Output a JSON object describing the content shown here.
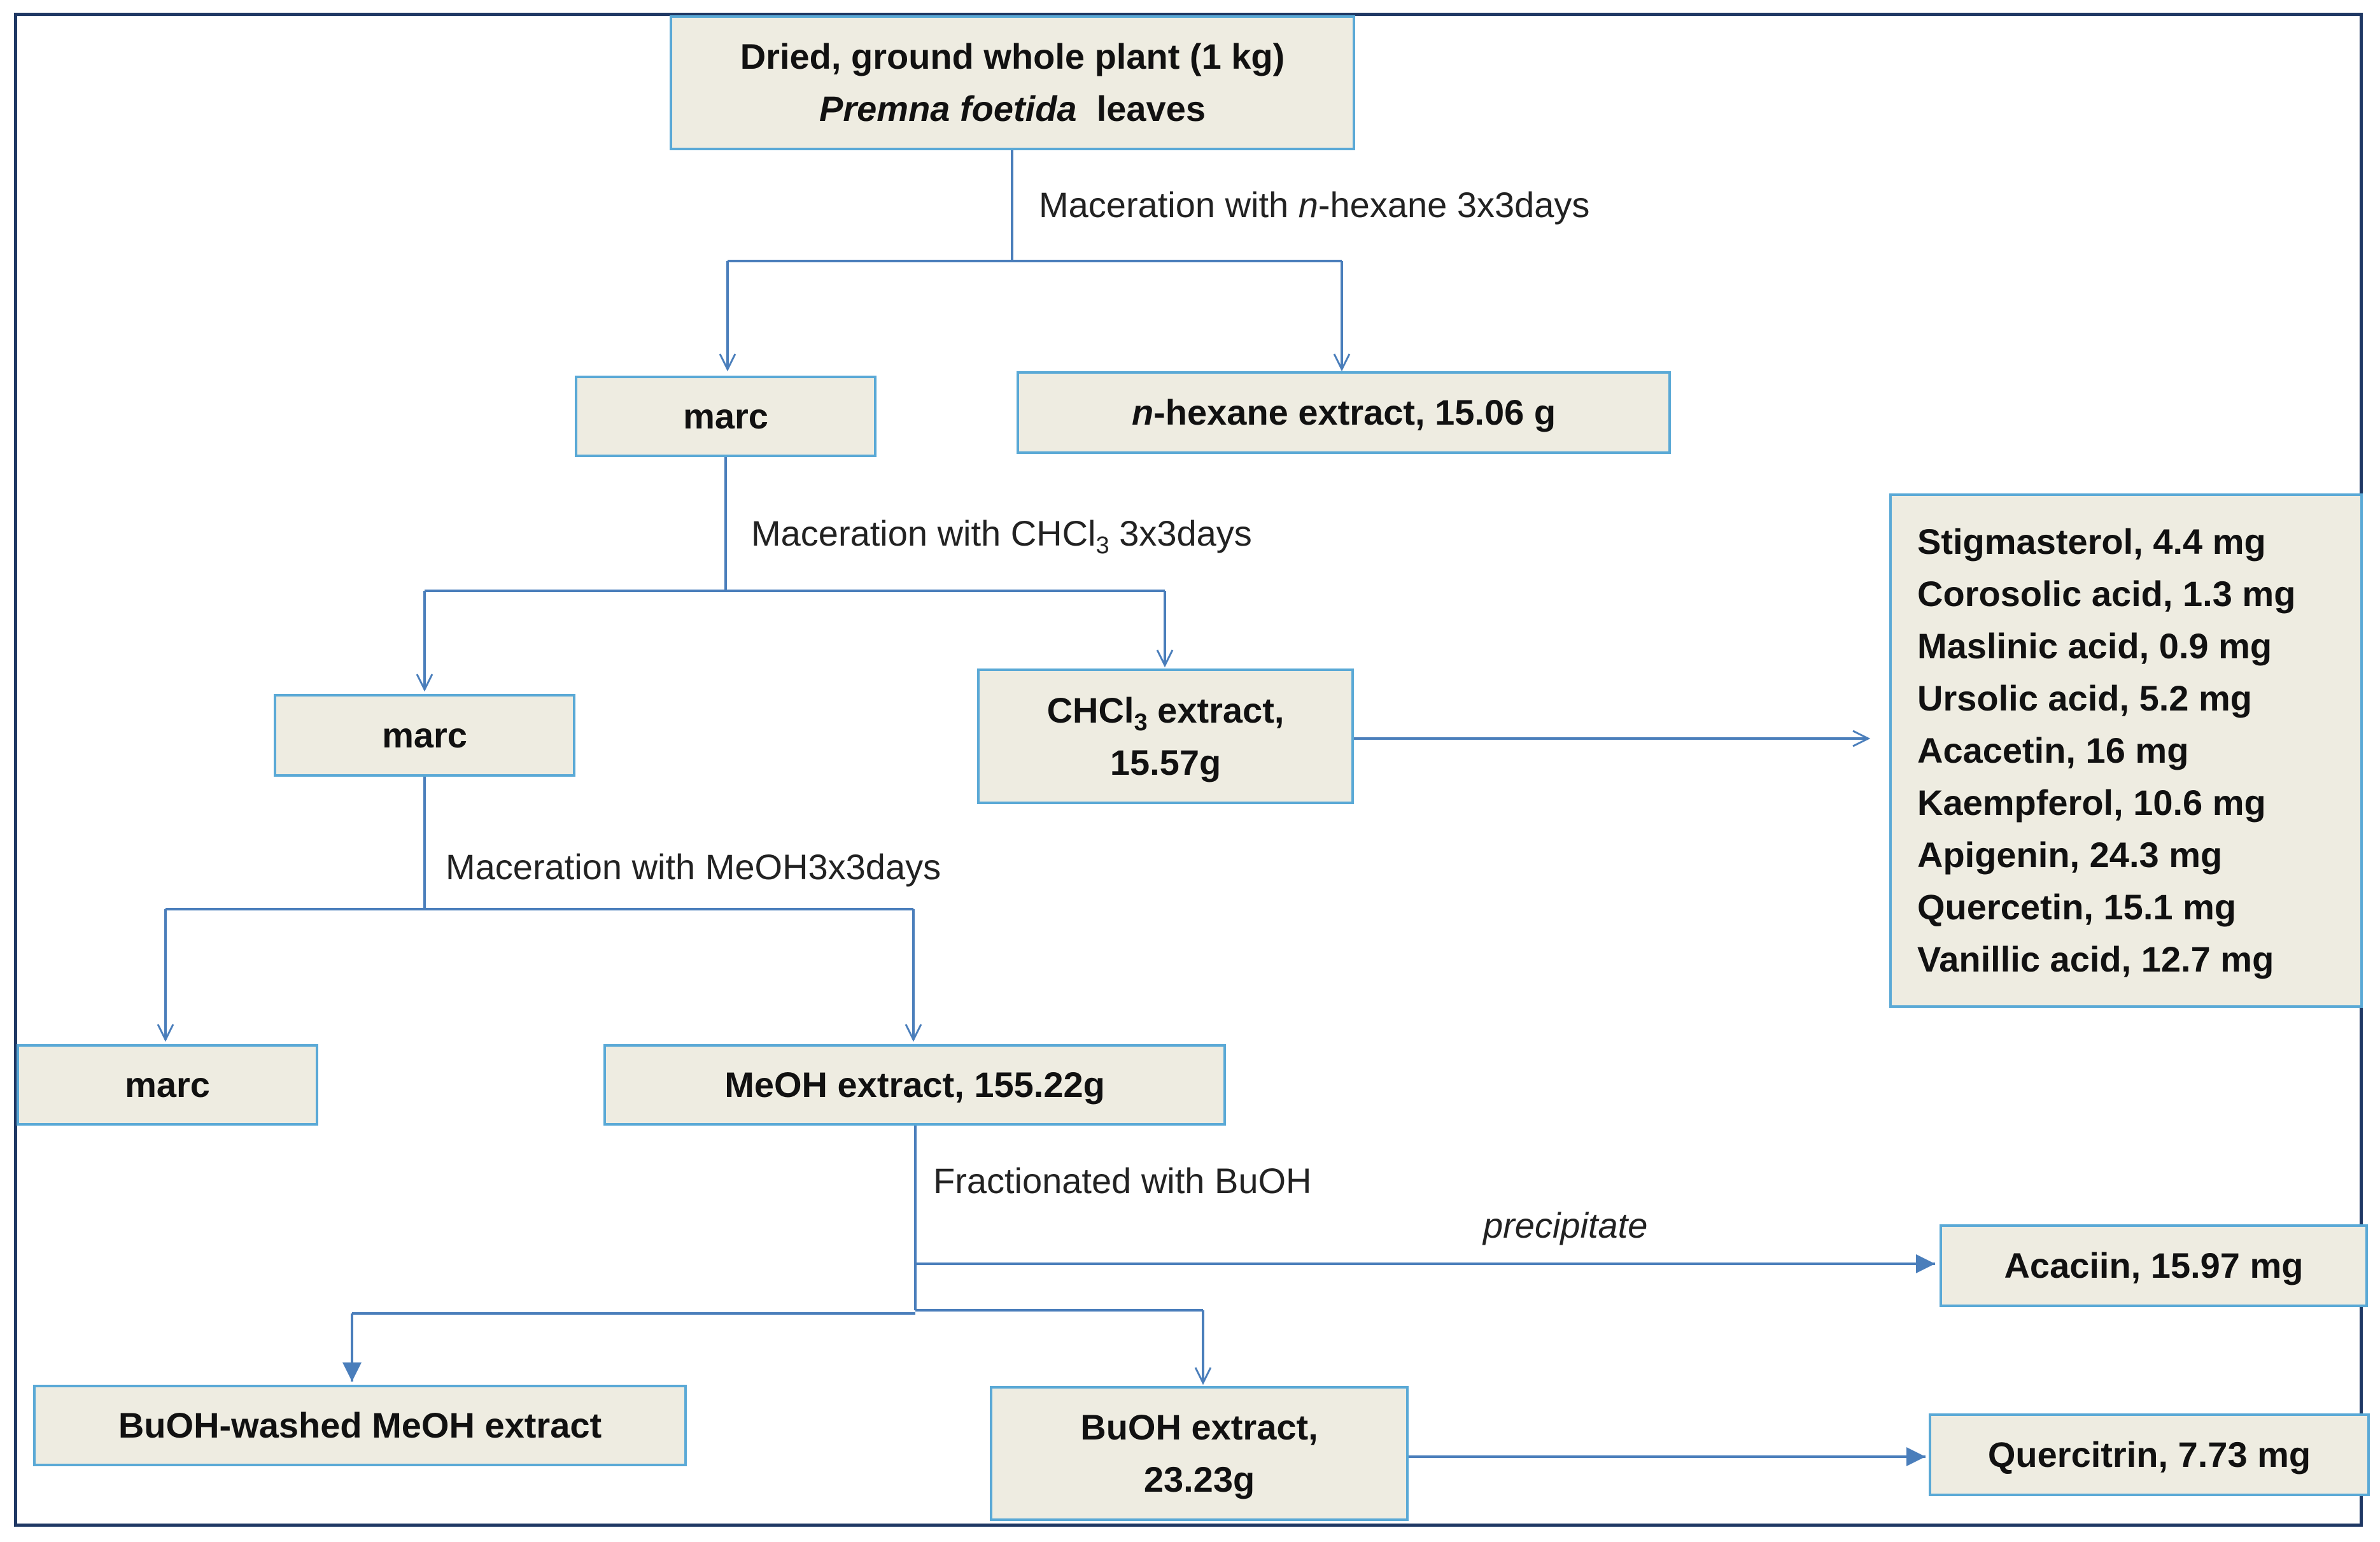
{
  "boxes": {
    "plant_line1": "Dried, ground whole plant (1 kg)",
    "plant_species": "Premna foetida",
    "plant_suffix": "leaves",
    "marc": "marc",
    "hexane_italic": "n",
    "hexane_rest": "-hexane extract, 15.06 g",
    "chcl3_prefix": "CHCl",
    "chcl3_sub": "3",
    "chcl3_suffix": " extract,",
    "chcl3_mass": "15.57g",
    "meoh_extract": "MeOH extract, 155.22g",
    "buoh_washed": "BuOH-washed MeOH extract",
    "buoh_line1": "BuOH extract,",
    "buoh_line2": "23.23g",
    "acaciin": "Acaciin, 15.97 mg",
    "quercitrin": "Quercitrin, 7.73 mg"
  },
  "compounds": [
    "Stigmasterol, 4.4 mg",
    "Corosolic acid, 1.3 mg",
    "Maslinic acid, 0.9 mg",
    "Ursolic acid, 5.2  mg",
    "Acacetin, 16 mg",
    "Kaempferol, 10.6 mg",
    "Apigenin, 24.3 mg",
    "Quercetin, 15.1 mg",
    "Vanillic acid, 12.7  mg"
  ],
  "labels": {
    "hexane_prefix": "Maceration with ",
    "hexane_italic": "n",
    "hexane_suffix": "-hexane 3x3days",
    "chcl3_prefix": "Maceration with CHCl",
    "chcl3_sub": "3",
    "chcl3_suffix": " 3x3days",
    "meoh": "Maceration with MeOH3x3days",
    "fractionated": "Fractionated with BuOH",
    "precipitate": "precipitate"
  },
  "colors": {
    "box_fill": "#eeece1",
    "box_border": "#5aa9d6",
    "line": "#4a7ebb",
    "frame": "#1f3864"
  }
}
